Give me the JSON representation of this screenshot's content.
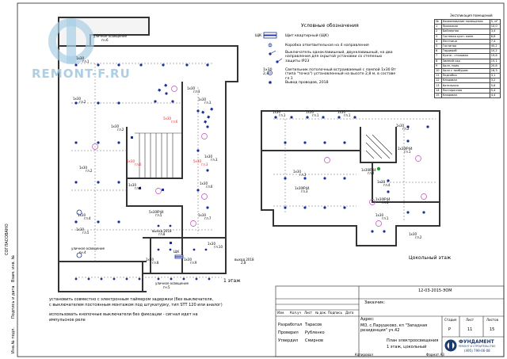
{
  "watermark": "REMONT-F.RU",
  "left_stamp": {
    "label": "СОГЛАСОВАНО",
    "rows": [
      "Инв.№ подл.",
      "Подпись и дата",
      "Взам. инв. №"
    ]
  },
  "floor1": {
    "title": "1 этаж",
    "street_lighting_top": {
      "line1": "уличное освещение",
      "line2": "гн.6"
    },
    "street_lighting_bottom_left": {
      "line1": "уличное освещение",
      "line2": "гн.4"
    },
    "street_lighting_bottom_right": {
      "line1": "уличное освещение",
      "line2": "гн.5"
    },
    "groups": [
      {
        "line1": "1x30",
        "line2": "гл.1"
      },
      {
        "line1": "1x30",
        "line2": "гл.2"
      },
      {
        "line1": "1x30",
        "line2": "гл.2"
      },
      {
        "line1": "1x30",
        "line2": "гл.2"
      },
      {
        "line1": "1x30",
        "line2": "гл.3"
      },
      {
        "line1": "1x30",
        "line2": "гл.3"
      },
      {
        "line1": "1x30",
        "line2": "гл.3"
      },
      {
        "line1": "1x30",
        "line2": "гл.4"
      },
      {
        "line1": "1x30",
        "line2": "гл.5"
      },
      {
        "line1": "1x30",
        "line2": "гл.6"
      },
      {
        "line1": "1x30",
        "line2": "гл.7"
      },
      {
        "line1": "1x30",
        "line2": "гл.6"
      },
      {
        "line1": "1x30",
        "line2": "гл.8"
      },
      {
        "line1": "1x30",
        "line2": "гл.9"
      },
      {
        "line1": "1x30",
        "line2": "гл.10"
      }
    ],
    "red_labels": [
      "5x30",
      "гл.6",
      "5x30",
      "гл.6",
      "5x30",
      "гл.3"
    ],
    "cable": {
      "line1": "5x30IP44",
      "line2": "гл.5"
    },
    "outlet1": {
      "line1": "выход 2018",
      "line2": "гл.8"
    },
    "outlet2": {
      "line1": "выход 2018",
      "line2": "2,8"
    },
    "switchboard": "ЩК"
  },
  "basement": {
    "title": "Цокольный этаж",
    "groups": [
      {
        "line1": "1x30",
        "line2": "гл.1"
      },
      {
        "line1": "1x30",
        "line2": "гл.1"
      },
      {
        "line1": "1x30",
        "line2": "гл.1"
      },
      {
        "line1": "1x30",
        "line2": "гл.2"
      },
      {
        "line1": "1x30",
        "line2": "гл.3"
      },
      {
        "line1": "1x30",
        "line2": "гл.4"
      },
      {
        "line1": "1x30",
        "line2": "гл.1"
      },
      {
        "line1": "1x30",
        "line2": "гл.2"
      }
    ],
    "cable1": {
      "line1": "1x30IP44",
      "line2": "гл.1"
    },
    "cable2": {
      "line1": "1x30IP44",
      "line2": "гл.4"
    },
    "cable3": {
      "line1": "1x30IP44",
      "line2": "гл.3"
    },
    "cable4": {
      "line1": "1x30IP44",
      "line2": "гл.1"
    }
  },
  "legend": {
    "title": "Условные обозначения",
    "items": [
      {
        "code": "ЩК",
        "text": "Щит квартирный (ЩК)"
      },
      {
        "code": "",
        "text": "Коробка ответвительная на 4 направления"
      },
      {
        "code": "",
        "text": "Выключатель одноклавишный, двухклавишный, на два направления для скрытой установки со степенью защиты IP23"
      },
      {
        "code": "1x30 2,8",
        "text": "Светильник потолочный встраиваемый с лампой 1x30 Вт (типа \"точка\") установленный на высоте 2,8 м, в составе гл.1"
      },
      {
        "code": "",
        "text": "Вывод проводов, 2018"
      }
    ]
  },
  "rooms_table": {
    "title": "Экспликация помещений",
    "headers": [
      "№",
      "Наименование помещения",
      "S, м²"
    ],
    "rows": [
      [
        "1",
        "Прихожая",
        "10,0"
      ],
      [
        "2",
        "Бойлерная",
        "3,4"
      ],
      [
        "3",
        "Гостевая кухн. комн.",
        "6,8"
      ],
      [
        "4",
        "Лестница",
        "7,4"
      ],
      [
        "5",
        "Гостиная",
        "45,2"
      ],
      [
        "6",
        "Гардероб",
        "10,2"
      ],
      [
        "7",
        "Кухня - столовая",
        "19,6"
      ],
      [
        "8",
        "Зимний сад",
        "15,1"
      ],
      [
        "9",
        "Холл, прих.",
        "20,8"
      ],
      [
        "10",
        "Холл с тамбуром",
        "16,3"
      ],
      [
        "11",
        "Подсобка",
        "3,1"
      ],
      [
        "12",
        "Кладовая",
        "3,2"
      ],
      [
        "13",
        "Котельная",
        "5,8"
      ],
      [
        "14",
        "Постирочная",
        "5,4"
      ],
      [
        "15",
        "Кладовая",
        "4,4"
      ]
    ]
  },
  "notes": [
    "установить совместно с электронным таймером задержки (без выключателя,",
    "с выключателем постоянным монтажом под штукатурку, тип STT 120 или аналог)",
    "использовать кнопочные выключатели без фиксации - сигнал идет на",
    "импульсное реле"
  ],
  "title_block": {
    "doc_code": "12-03-2015-ЭОМ",
    "header_cols": [
      "Изм.",
      "Кол.уч",
      "Лист",
      "№ док.",
      "Подпись",
      "Дата"
    ],
    "customer_label": "Заказчик:",
    "address_label": "Адрес:",
    "address": "МО, с.Парушково, кп \"Западная резиденция\" уч.42",
    "people": [
      {
        "role": "Разработал",
        "name": "Тарасов"
      },
      {
        "role": "Проверил",
        "name": "Рубленко"
      },
      {
        "role": "Утвердил",
        "name": "Смирнов"
      }
    ],
    "stage_headers": [
      "Стадия",
      "Лист",
      "Листов"
    ],
    "stage_values": [
      "Р",
      "11",
      "15"
    ],
    "sheet_title": "План электроосвещения",
    "sheet_subtitle": "1 этаж, цокольный",
    "company": "ФУНДАМЕНТ",
    "company_sub": "РЕМОНТ И СТРОИТЕЛЬСТВО",
    "phone": "(495) 799-06-08",
    "copied": "Копировал",
    "format": "Формат А3"
  }
}
